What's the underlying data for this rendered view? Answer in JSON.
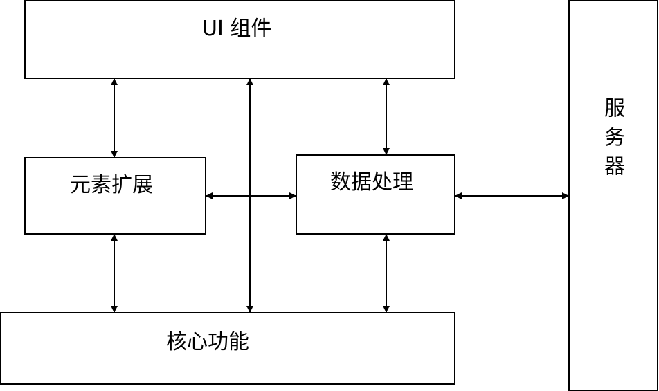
{
  "diagram": {
    "nodes": {
      "ui_components": "UI 组件",
      "element_extension": "元素扩展",
      "data_processing": "数据处理",
      "core_functions": "核心功能",
      "server": "服务器"
    },
    "edges": [
      {
        "from": "ui_components",
        "to": "element_extension",
        "direction": "bidirectional"
      },
      {
        "from": "ui_components",
        "to": "core_functions",
        "direction": "bidirectional"
      },
      {
        "from": "ui_components",
        "to": "data_processing",
        "direction": "bidirectional"
      },
      {
        "from": "element_extension",
        "to": "data_processing",
        "direction": "bidirectional"
      },
      {
        "from": "element_extension",
        "to": "core_functions",
        "direction": "bidirectional"
      },
      {
        "from": "data_processing",
        "to": "core_functions",
        "direction": "bidirectional"
      },
      {
        "from": "data_processing",
        "to": "server",
        "direction": "bidirectional"
      }
    ],
    "stroke_color": "#000000",
    "fill_color": "#ffffff"
  }
}
